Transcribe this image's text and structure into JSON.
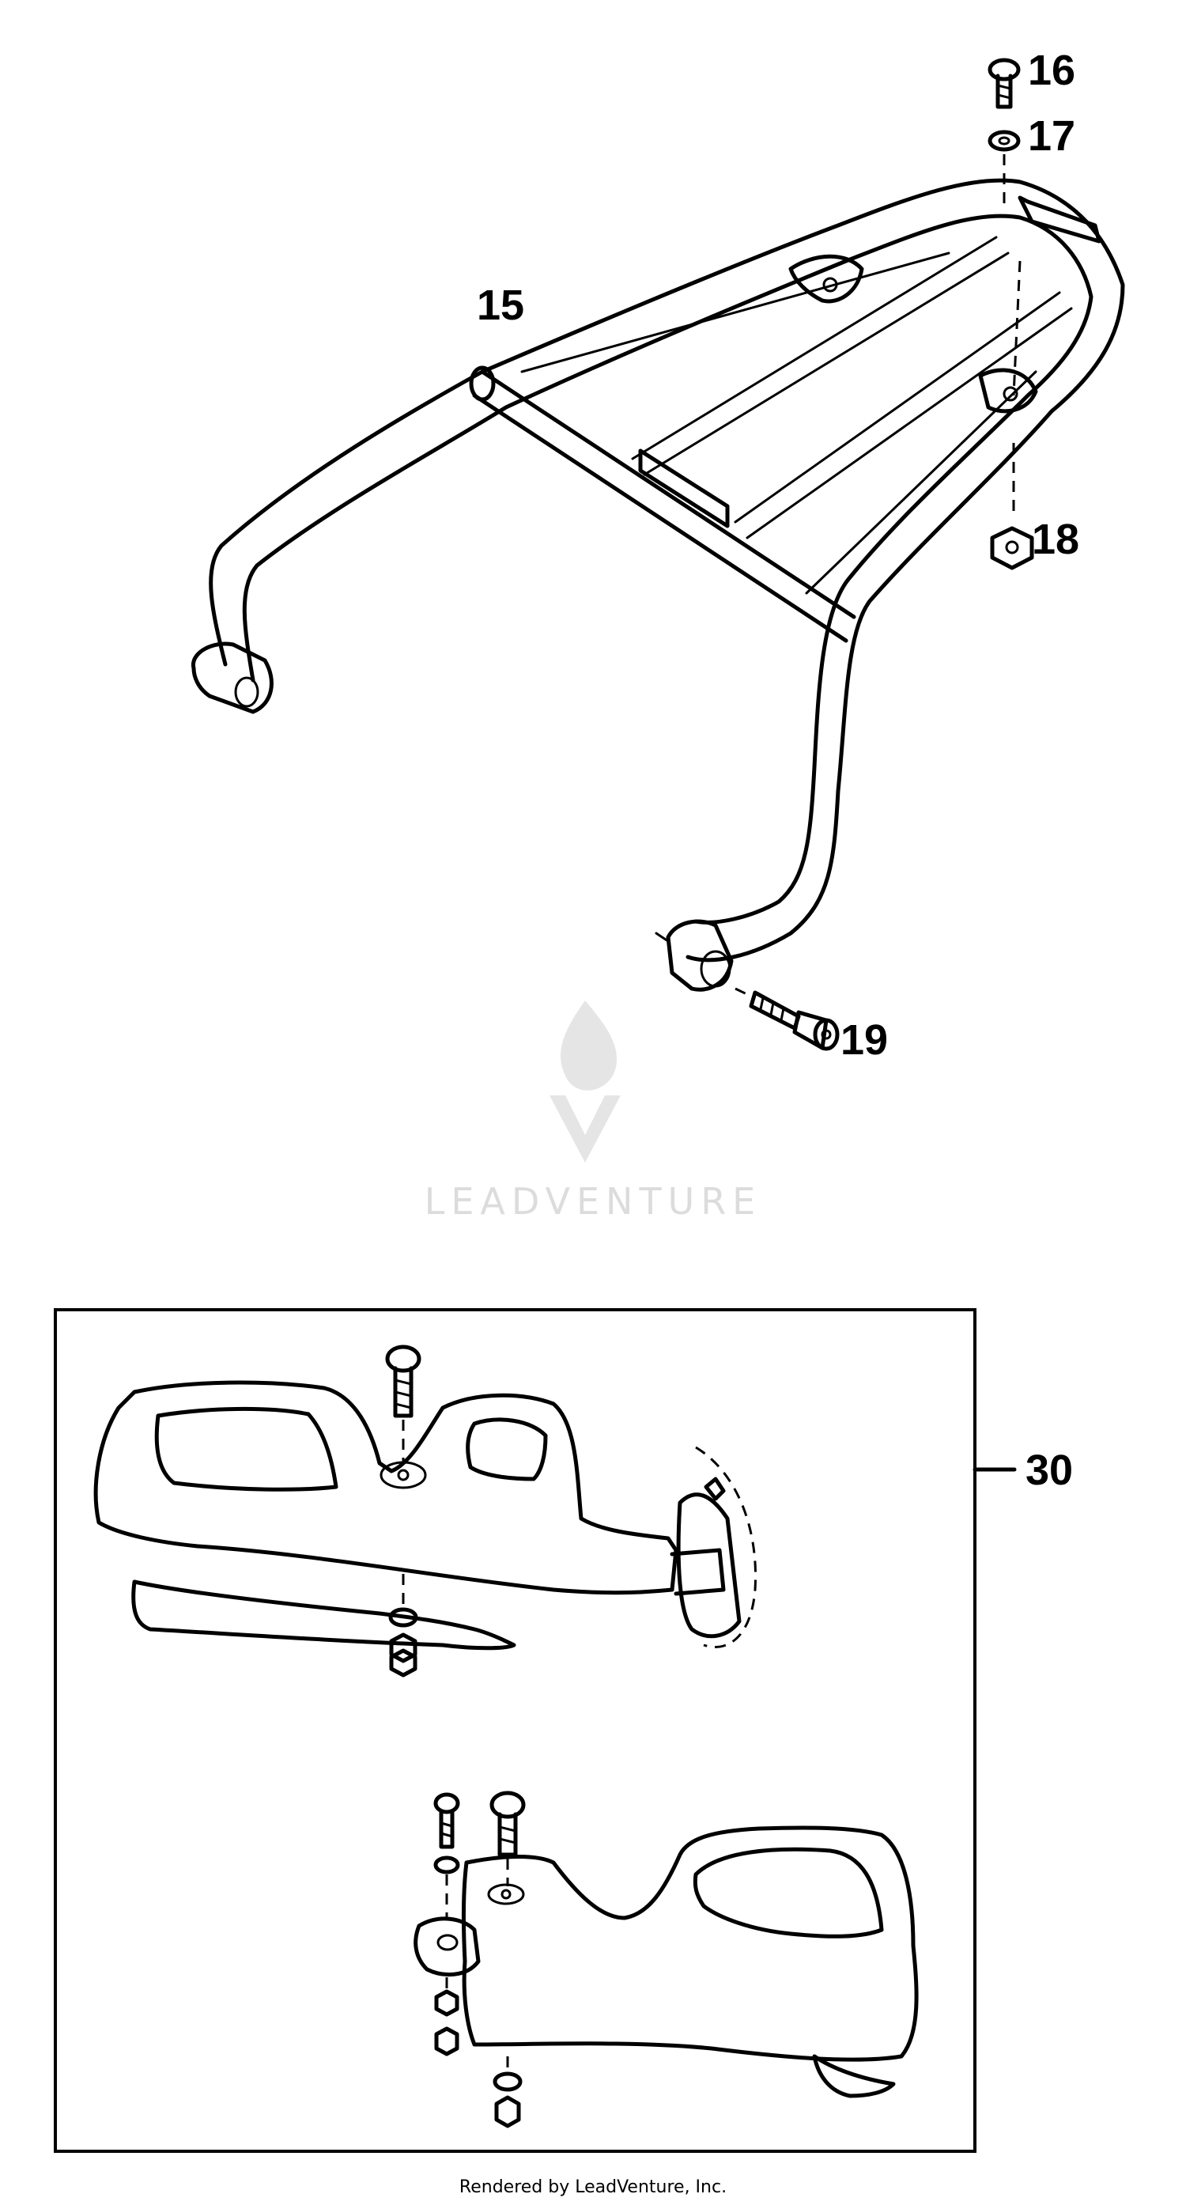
{
  "callouts": {
    "luggage_rack": "15",
    "screw_top": "16",
    "washer_top": "17",
    "nut_right": "18",
    "bolt_bottom": "19",
    "handguard_set": "30"
  },
  "watermark": {
    "brand_text": "LEADVENTURE"
  },
  "footer": {
    "credit": "Rendered by LeadVenture, Inc."
  }
}
